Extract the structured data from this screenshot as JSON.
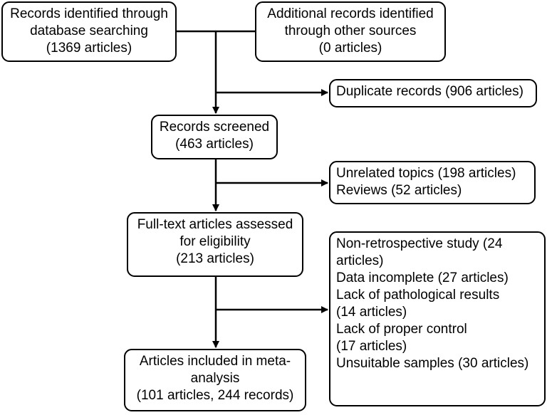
{
  "flowchart": {
    "identified_database": [
      "Records identified through",
      "database searching",
      "(1369 articles)"
    ],
    "identified_other": [
      "Additional records identified",
      "through other sources",
      "(0 articles)"
    ],
    "duplicates": [
      "Duplicate records (906 articles)"
    ],
    "screened": [
      "Records screened",
      "(463 articles)"
    ],
    "excluded_screening": [
      "Unrelated topics (198 articles)",
      "Reviews (52 articles)"
    ],
    "eligibility": [
      "Full-text articles assessed",
      "for eligibility",
      "(213 articles)"
    ],
    "excluded_fulltext": [
      "Non-retrospective study (24",
      "articles)",
      "Data incomplete (27 articles)",
      "Lack of pathological results",
      "(14 articles)",
      "Lack of proper control",
      "(17 articles)",
      "Unsuitable samples (30 articles)"
    ],
    "included": [
      "Articles included in meta-",
      "analysis",
      "(101 articles, 244 records)"
    ]
  },
  "colors": {
    "stroke": "#000000",
    "background": "#ffffff"
  }
}
